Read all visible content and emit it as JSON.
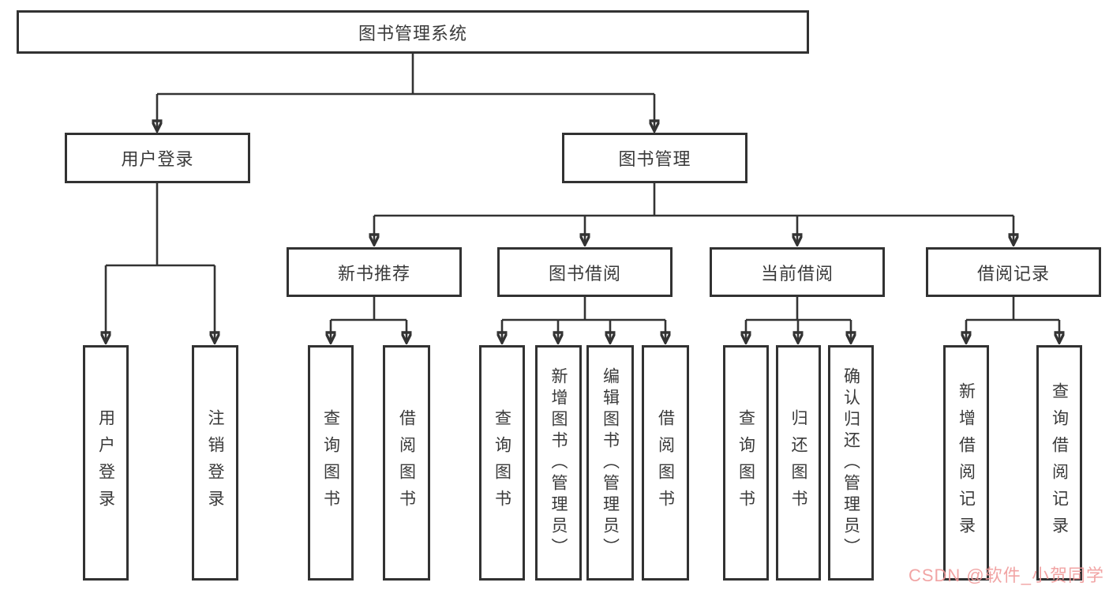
{
  "diagram": {
    "root": {
      "label": "图书管理系统"
    },
    "level2": [
      {
        "label": "用户登录"
      },
      {
        "label": "图书管理"
      }
    ],
    "level3": [
      {
        "label": "新书推荐"
      },
      {
        "label": "图书借阅"
      },
      {
        "label": "当前借阅"
      },
      {
        "label": "借阅记录"
      }
    ],
    "leaves": {
      "user_login": [
        "用户登录",
        "注销登录"
      ],
      "new_book": [
        "查询图书",
        "借阅图书"
      ],
      "book_borrow": [
        "查询图书",
        "新增图书（管理员）",
        "编辑图书（管理员）",
        "借阅图书"
      ],
      "current_borrow": [
        "查询图书",
        "归还图书",
        "确认归还（管理员）"
      ],
      "borrow_record": [
        "新增借阅记录",
        "查询借阅记录"
      ]
    }
  },
  "watermark": {
    "text": "CSDN @软件_小贺同学"
  },
  "colors": {
    "line": "#333333",
    "box_border": "#323232",
    "text": "#3a3a3a",
    "watermark": "#ef9a9a",
    "background": "#ffffff"
  }
}
